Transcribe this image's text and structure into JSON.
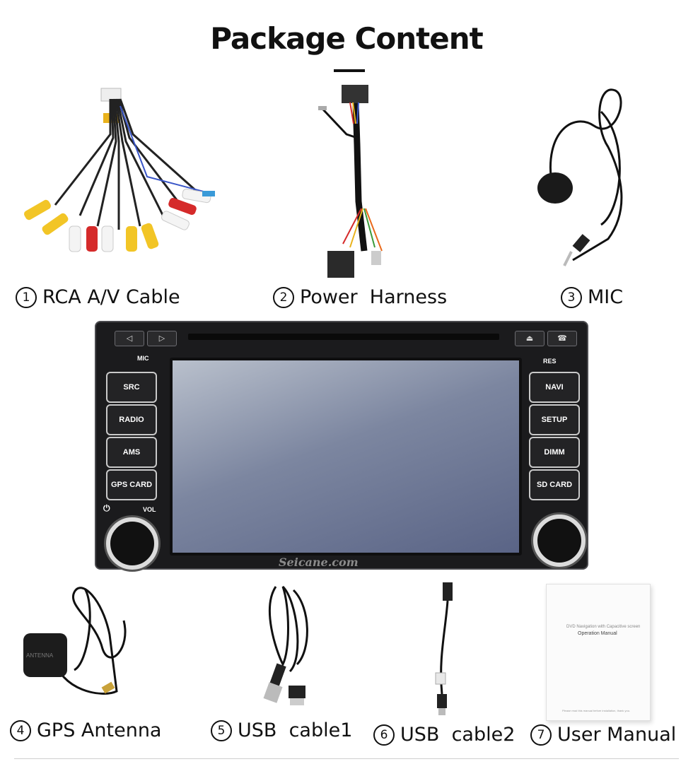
{
  "heading": "Package Content",
  "items": [
    {
      "num": "1",
      "label": "RCA A/V Cable"
    },
    {
      "num": "2",
      "label": "Power  Harness"
    },
    {
      "num": "3",
      "label": "MIC"
    },
    {
      "num": "4",
      "label": "GPS Antenna"
    },
    {
      "num": "5",
      "label": "USB  cable1"
    },
    {
      "num": "6",
      "label": "USB  cable2"
    },
    {
      "num": "7",
      "label": "User Manual"
    }
  ],
  "unit": {
    "left_buttons": [
      "SRC",
      "RADIO",
      "AMS",
      "GPS CARD"
    ],
    "right_buttons": [
      "NAVI",
      "SETUP",
      "DIMM",
      "SD CARD"
    ],
    "mic_label": "MIC",
    "res_label": "RES",
    "vol_label": "VOL",
    "brand": "Seicane.com",
    "prev_icon": "◁",
    "next_icon": "▷",
    "eject_icon": "⏏",
    "phone_icon": "☎",
    "power_icon": "⏻"
  },
  "manual": {
    "subtitle": "DVD Navigation with Capacitive screen",
    "title": "Operation Manual",
    "footer": "Please read this manual before installation, thank you."
  },
  "gps_label": "ANTENNA"
}
